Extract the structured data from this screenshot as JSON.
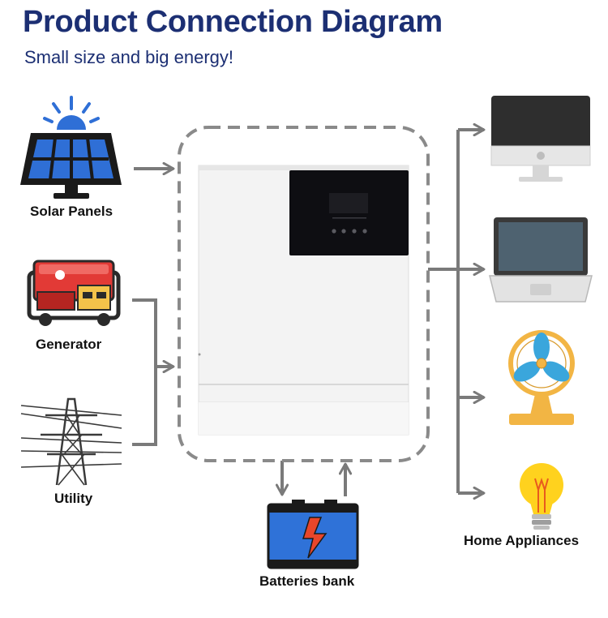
{
  "header": {
    "title": "Product Connection Diagram",
    "subtitle": "Small size and big energy!"
  },
  "sources": [
    {
      "label": "Solar Panels",
      "icon": "solar-panel-icon"
    },
    {
      "label": "Generator",
      "icon": "generator-icon"
    },
    {
      "label": "Utility",
      "icon": "power-tower-icon"
    }
  ],
  "storage": {
    "label": "Batteries bank",
    "icon": "battery-icon"
  },
  "loads": {
    "label": "Home Appliances",
    "items": [
      "monitor-icon",
      "laptop-icon",
      "fan-icon",
      "light-bulb-icon"
    ]
  },
  "device": {
    "icon": "inverter-icon"
  },
  "colors": {
    "title": "#1c2f73",
    "connector": "#7a7a7a",
    "solar_blue": "#2f6fd6",
    "generator_red": "#e23a36",
    "battery_blue": "#2f72d8",
    "bolt": "#e8462a",
    "fan_blue": "#3aa6dc",
    "fan_gold": "#f2b544",
    "bulb_yellow": "#ffd21e"
  }
}
